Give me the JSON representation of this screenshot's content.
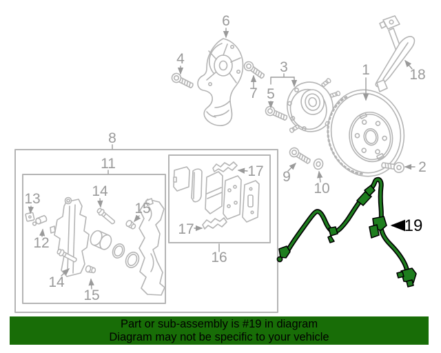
{
  "colors": {
    "background": "#ffffff",
    "diagram_lines": "#b4b4b4",
    "callout_text": "#9a9a9a",
    "highlight_green": "#1e7e1e",
    "highlight_outline": "#000000",
    "banner_background": "#186d07",
    "banner_text": "#000000"
  },
  "callouts": {
    "c1": "1",
    "c2": "2",
    "c3": "3",
    "c4": "4",
    "c5": "5",
    "c6": "6",
    "c7": "7",
    "c8": "8",
    "c9": "9",
    "c10": "10",
    "c11": "11",
    "c12": "12",
    "c13": "13",
    "c14_top": "14",
    "c15_top": "15",
    "c14_bottom": "14",
    "c15_bottom": "15",
    "c16": "16",
    "c17_top": "17",
    "c17_bottom": "17",
    "c18": "18",
    "c19": "19"
  },
  "banner": {
    "line1": "Part or sub-assembly is #19 in diagram",
    "line2": "Diagram may not be specific to your vehicle"
  }
}
